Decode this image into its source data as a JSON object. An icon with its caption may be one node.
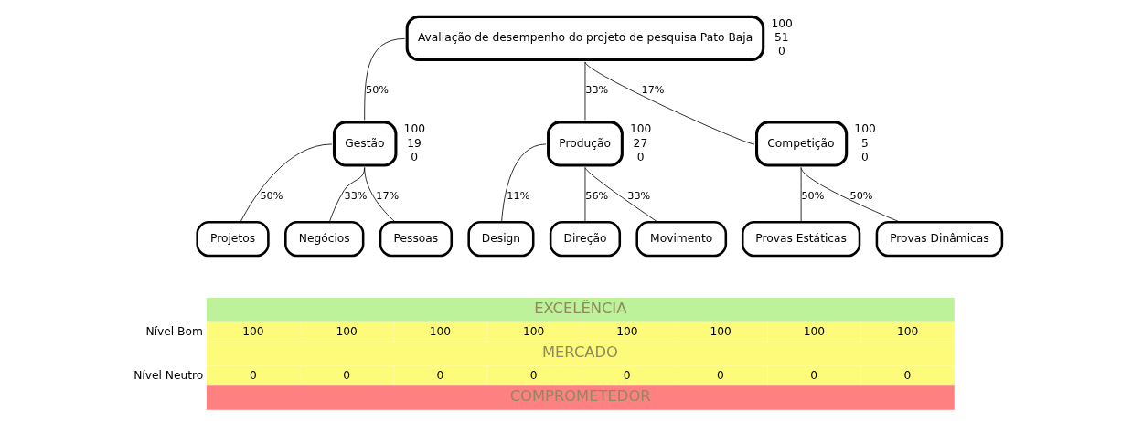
{
  "diagram": {
    "nodes": [
      {
        "text": [
          "Avaliação de desempenho do projeto de pesquisa Pato Baja"
        ],
        "beside": [
          "100",
          "51",
          "0"
        ]
      },
      {
        "text": [
          "Gestão"
        ],
        "beside": [
          "100",
          "19",
          "0"
        ]
      },
      {
        "text": [
          "Produção"
        ],
        "beside": [
          "100",
          "27",
          "0"
        ]
      },
      {
        "text": [
          "Competição"
        ],
        "beside": [
          "100",
          "5",
          "0"
        ]
      },
      {
        "text": [
          "Projetos"
        ]
      },
      {
        "text": [
          "Negócios"
        ]
      },
      {
        "text": [
          "Pessoas"
        ]
      },
      {
        "text": [
          "Design"
        ]
      },
      {
        "text": [
          "Direção"
        ]
      },
      {
        "text": [
          "Movimento"
        ]
      },
      {
        "text": [
          "Provas Estáticas"
        ]
      },
      {
        "text": [
          "Provas Dinâmicas"
        ]
      }
    ],
    "edges": [
      {
        "from": 0,
        "to": 1,
        "arrow": "none",
        "label": "50%"
      },
      {
        "from": 0,
        "to": 2,
        "arrow": "none",
        "label": "33%"
      },
      {
        "from": 0,
        "to": 3,
        "arrow": "none",
        "label": "17%"
      },
      {
        "from": 1,
        "to": 4,
        "arrow": "none",
        "label": "50%"
      },
      {
        "from": 1,
        "to": 5,
        "arrow": "none",
        "label": "33%"
      },
      {
        "from": 1,
        "to": 6,
        "arrow": "none",
        "label": "17%"
      },
      {
        "from": 2,
        "to": 7,
        "arrow": "none",
        "label": "11%"
      },
      {
        "from": 2,
        "to": 8,
        "arrow": "none",
        "label": "56%"
      },
      {
        "from": 2,
        "to": 9,
        "arrow": "none",
        "label": "33%"
      },
      {
        "from": 3,
        "to": 10,
        "arrow": "none",
        "label": "50%"
      },
      {
        "from": 3,
        "to": 11,
        "arrow": "none",
        "label": "50%"
      }
    ],
    "labels": [
      "EXCELÊNCIA",
      "Nível Bom",
      "100",
      "100",
      "100",
      "100",
      "100",
      "100",
      "100",
      "100",
      "MERCADO",
      "Nível Neutro",
      "0",
      "0",
      "0",
      "0",
      "0",
      "0",
      "0",
      "0",
      "COMPROMETEDOR"
    ]
  }
}
